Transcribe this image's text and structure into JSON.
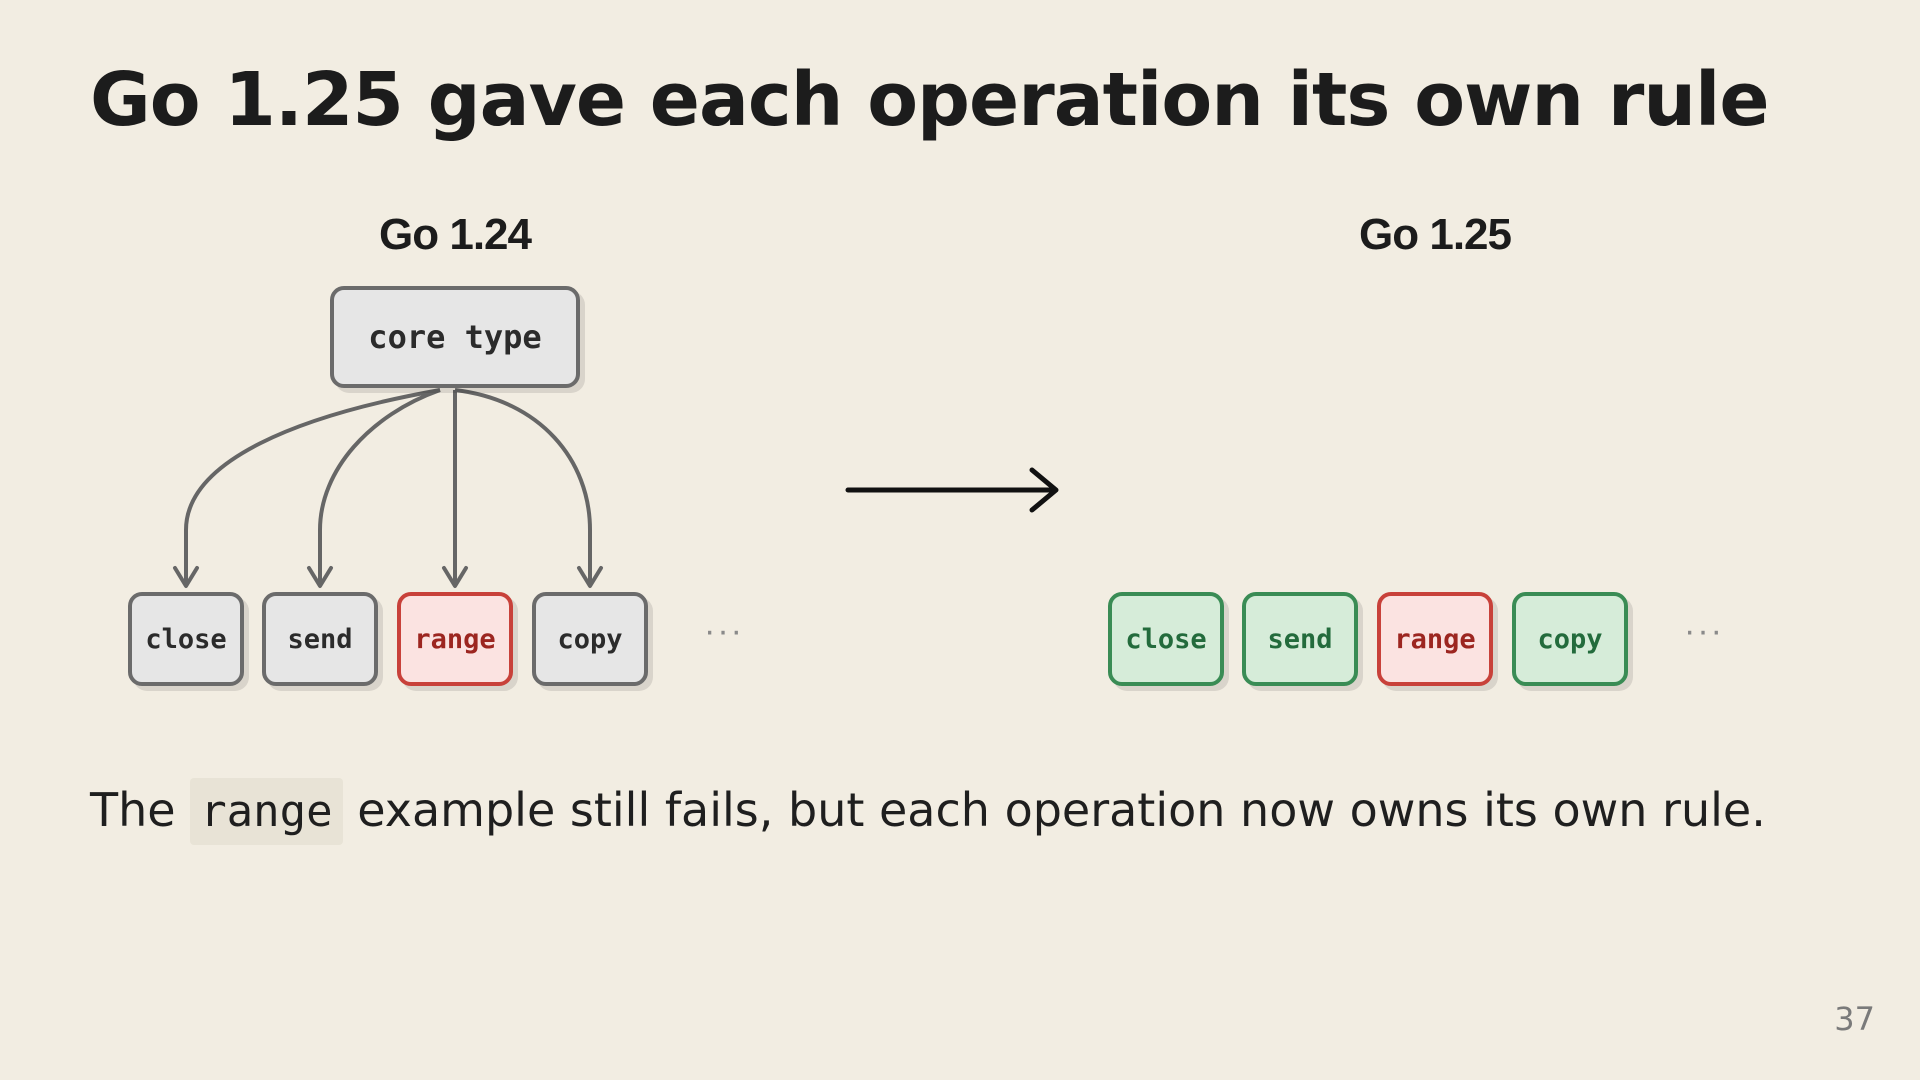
{
  "slide": {
    "title": "Go 1.25 gave each operation its own rule",
    "page_number": "37"
  },
  "left_panel": {
    "heading": "Go 1.24",
    "root": "core type",
    "operations": [
      {
        "label": "close",
        "status": "neutral"
      },
      {
        "label": "send",
        "status": "neutral"
      },
      {
        "label": "range",
        "status": "fail"
      },
      {
        "label": "copy",
        "status": "neutral"
      }
    ],
    "ellipsis": "···"
  },
  "right_panel": {
    "heading": "Go 1.25",
    "operations": [
      {
        "label": "close",
        "status": "ok"
      },
      {
        "label": "send",
        "status": "ok"
      },
      {
        "label": "range",
        "status": "fail"
      },
      {
        "label": "copy",
        "status": "ok"
      }
    ],
    "ellipsis": "···"
  },
  "caption": {
    "before": "The ",
    "code": "range",
    "after": " example still fails, but each operation now owns its own rule."
  },
  "colors": {
    "background": "#f2ede2",
    "neutral_border": "#6b6b6b",
    "neutral_fill": "#e6e6e6",
    "fail_border": "#c8413a",
    "fail_fill": "#fbe3e1",
    "ok_border": "#3a8c55",
    "ok_fill": "#d6ecd9",
    "connector": "#666666",
    "transition_arrow": "#111111"
  }
}
